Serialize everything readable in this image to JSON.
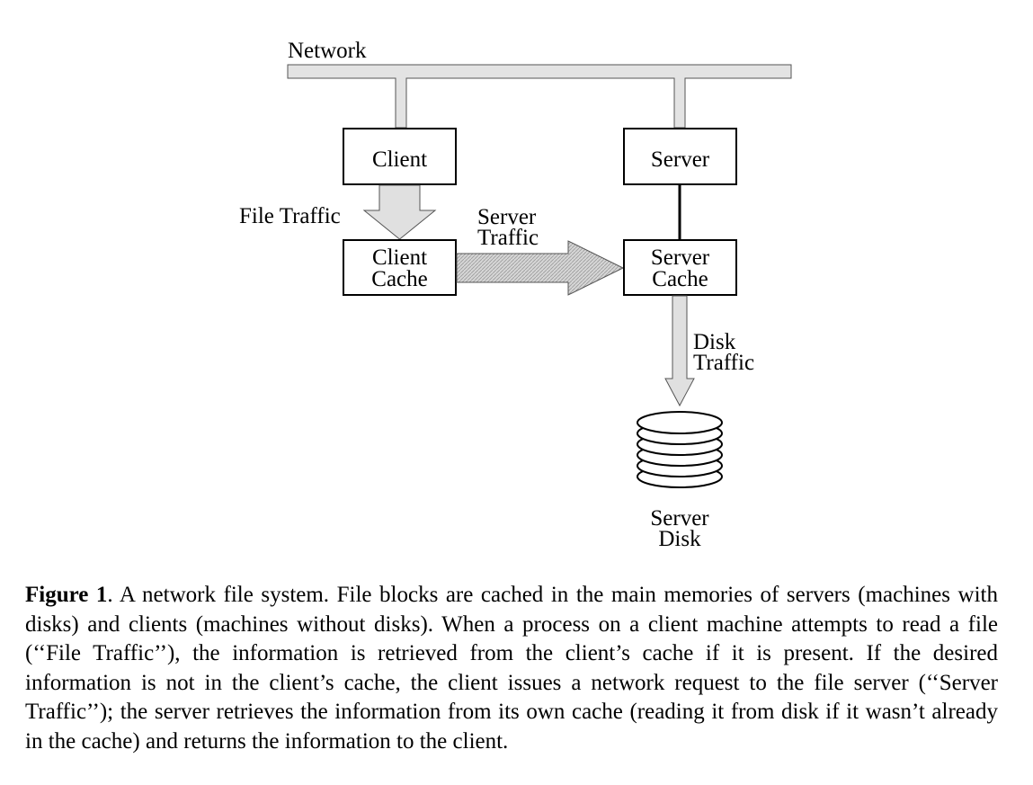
{
  "diagram": {
    "network_label": "Network",
    "client_label": "Client",
    "server_label": "Server",
    "client_cache_label": [
      "Client",
      "Cache"
    ],
    "server_cache_label": [
      "Server",
      "Cache"
    ],
    "file_traffic_label": "File Traffic",
    "server_traffic_label": [
      "Server",
      "Traffic"
    ],
    "disk_traffic_label": [
      "Disk",
      "Traffic"
    ],
    "server_disk_label": [
      "Server",
      "Disk"
    ]
  },
  "caption": {
    "label": "Figure 1",
    "text": ".  A network file system.  File blocks are cached in the main memories of servers (machines with disks) and clients (machines without disks).  When a process on a client machine attempts to read a file (‘‘File Traffic’’), the information is retrieved from the client’s cache if it is present.  If the desired information is not in the client’s cache, the client issues a network request to the file server (‘‘Server Traffic’’);  the server retrieves the information from its own cache (reading it from disk if it wasn’t already in the cache) and returns the information to the client."
  }
}
